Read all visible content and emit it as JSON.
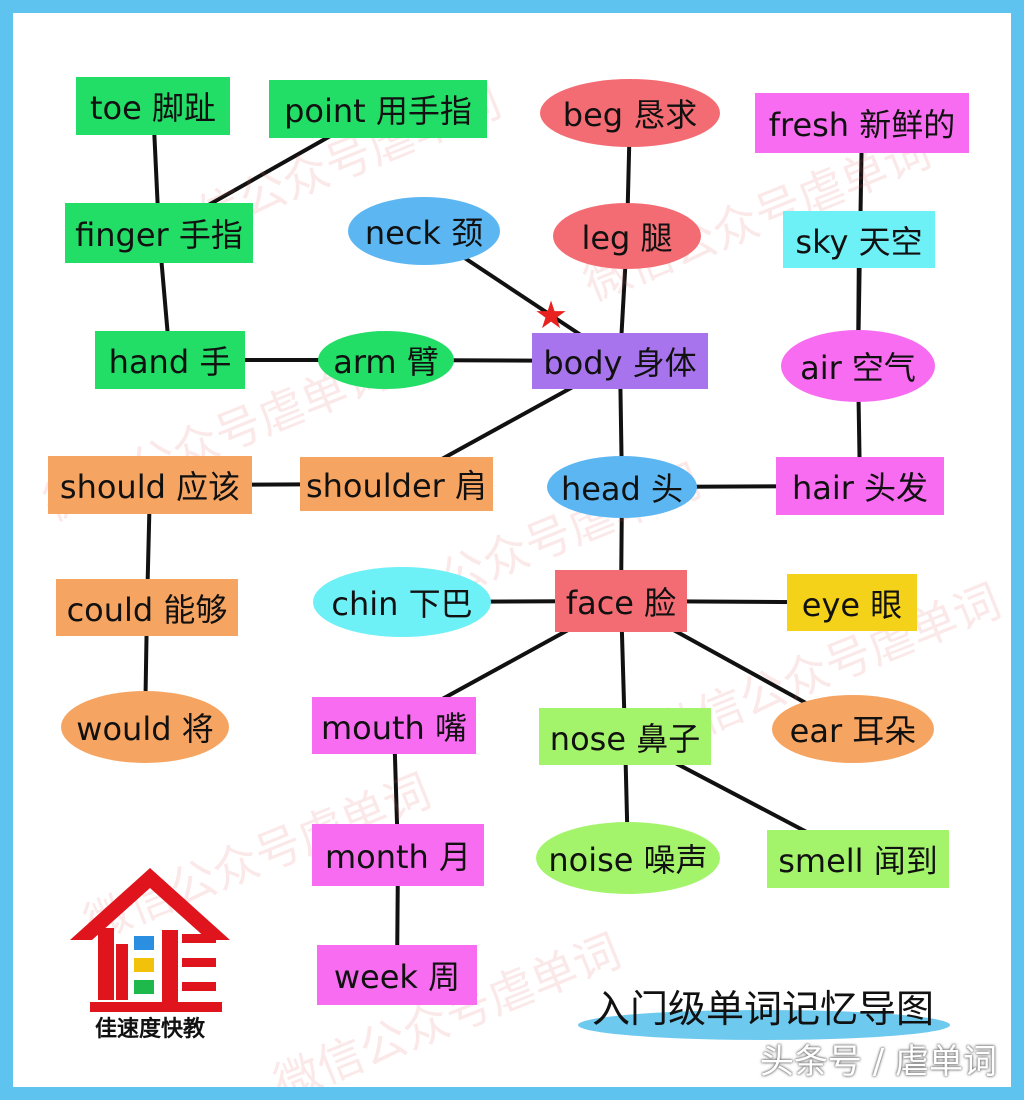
{
  "nodes": {
    "toe": {
      "text": "toe 脚趾",
      "color": "#22dd66",
      "shape": "rect"
    },
    "point": {
      "text": "point 用手指",
      "color": "#22dd66",
      "shape": "rect"
    },
    "finger": {
      "text": "finger 手指",
      "color": "#22dd66",
      "shape": "rect"
    },
    "hand": {
      "text": "hand 手",
      "color": "#22dd66",
      "shape": "rect"
    },
    "arm": {
      "text": "arm 臂",
      "color": "#22dd66",
      "shape": "ellipse"
    },
    "neck": {
      "text": "neck 颈",
      "color": "#5cb6f2",
      "shape": "ellipse"
    },
    "beg": {
      "text": "beg 恳求",
      "color": "#f36b73",
      "shape": "ellipse"
    },
    "leg": {
      "text": "leg 腿",
      "color": "#f36b73",
      "shape": "ellipse"
    },
    "body": {
      "text": "body 身体",
      "color": "#a874ee",
      "shape": "rect"
    },
    "fresh": {
      "text": "fresh 新鲜的",
      "color": "#f76cf0",
      "shape": "rect"
    },
    "sky": {
      "text": "sky 天空",
      "color": "#6ef0f7",
      "shape": "rect"
    },
    "air": {
      "text": "air 空气",
      "color": "#f76cf0",
      "shape": "ellipse"
    },
    "should": {
      "text": "should 应该",
      "color": "#f6a462",
      "shape": "rect"
    },
    "shoulder": {
      "text": "shoulder 肩",
      "color": "#f6a462",
      "shape": "rect"
    },
    "head": {
      "text": "head 头",
      "color": "#5cb6f2",
      "shape": "ellipse"
    },
    "hair": {
      "text": "hair 头发",
      "color": "#f76cf0",
      "shape": "rect"
    },
    "could": {
      "text": "could 能够",
      "color": "#f6a462",
      "shape": "rect"
    },
    "chin": {
      "text": "chin 下巴",
      "color": "#6ef0f7",
      "shape": "ellipse"
    },
    "face": {
      "text": "face 脸",
      "color": "#f36b73",
      "shape": "rect"
    },
    "eye": {
      "text": "eye 眼",
      "color": "#f5d21a",
      "shape": "rect"
    },
    "would": {
      "text": "would 将",
      "color": "#f6a462",
      "shape": "ellipse"
    },
    "mouth": {
      "text": "mouth 嘴",
      "color": "#f76cf0",
      "shape": "rect"
    },
    "nose": {
      "text": "nose 鼻子",
      "color": "#a4f46b",
      "shape": "rect"
    },
    "ear": {
      "text": "ear 耳朵",
      "color": "#f6a462",
      "shape": "ellipse"
    },
    "month": {
      "text": "month 月",
      "color": "#f76cf0",
      "shape": "rect"
    },
    "noise": {
      "text": "noise 噪声",
      "color": "#a4f46b",
      "shape": "ellipse"
    },
    "smell": {
      "text": "smell 闻到",
      "color": "#a4f46b",
      "shape": "rect"
    },
    "week": {
      "text": "week 周",
      "color": "#f76cf0",
      "shape": "rect"
    }
  },
  "edges": [
    [
      "toe",
      "finger"
    ],
    [
      "point",
      "finger"
    ],
    [
      "finger",
      "hand"
    ],
    [
      "hand",
      "arm"
    ],
    [
      "arm",
      "body"
    ],
    [
      "neck",
      "body"
    ],
    [
      "beg",
      "leg"
    ],
    [
      "leg",
      "body"
    ],
    [
      "body",
      "shoulder"
    ],
    [
      "body",
      "head"
    ],
    [
      "shoulder",
      "should"
    ],
    [
      "should",
      "could"
    ],
    [
      "could",
      "would"
    ],
    [
      "head",
      "hair"
    ],
    [
      "head",
      "face"
    ],
    [
      "sky",
      "air"
    ],
    [
      "air",
      "hair"
    ],
    [
      "fresh",
      "air"
    ],
    [
      "face",
      "chin"
    ],
    [
      "face",
      "eye"
    ],
    [
      "face",
      "mouth"
    ],
    [
      "face",
      "nose"
    ],
    [
      "face",
      "ear"
    ],
    [
      "mouth",
      "month"
    ],
    [
      "month",
      "week"
    ],
    [
      "nose",
      "noise"
    ],
    [
      "nose",
      "smell"
    ]
  ],
  "logo": {
    "text": "佳速度快教"
  },
  "subtitle": "入门级单词记忆导图",
  "footer": "头条号 / 虐单词",
  "watermark": "微信公众号虐单词",
  "colors": {
    "border": "#5fc3f0",
    "star": "#e8231f",
    "line": "#111111"
  }
}
